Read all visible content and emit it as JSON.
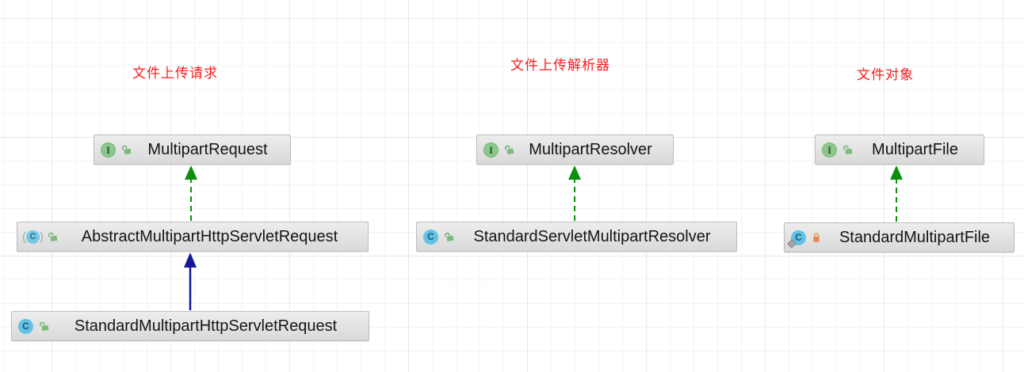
{
  "diagram": {
    "annotations": [
      {
        "text": "文件上传请求",
        "color": "#fb1b1b"
      },
      {
        "text": "文件上传解析器",
        "color": "#fb1b1b"
      },
      {
        "text": "文件对象",
        "color": "#fb1b1b"
      }
    ],
    "icons": {
      "interface_glyph": "I",
      "class_glyph": "C",
      "abstract_paren_open": "(",
      "abstract_paren_close": ")"
    },
    "nodes": [
      {
        "label": "MultipartRequest",
        "kind": "interface",
        "visibility": "public"
      },
      {
        "label": "AbstractMultipartHttpServletRequest",
        "kind": "abstract-class",
        "visibility": "public"
      },
      {
        "label": "StandardMultipartHttpServletRequest",
        "kind": "class",
        "visibility": "public"
      },
      {
        "label": "MultipartResolver",
        "kind": "interface",
        "visibility": "public"
      },
      {
        "label": "StandardServletMultipartResolver",
        "kind": "class",
        "visibility": "public"
      },
      {
        "label": "MultipartFile",
        "kind": "interface",
        "visibility": "public"
      },
      {
        "label": "StandardMultipartFile",
        "kind": "class",
        "visibility": "locked",
        "static": true
      }
    ],
    "edges": [
      {
        "from": "AbstractMultipartHttpServletRequest",
        "to": "MultipartRequest",
        "type": "implements",
        "style": "dashed",
        "color": "#0d8f0d"
      },
      {
        "from": "StandardMultipartHttpServletRequest",
        "to": "AbstractMultipartHttpServletRequest",
        "type": "extends",
        "style": "solid",
        "color": "#16169b"
      },
      {
        "from": "StandardServletMultipartResolver",
        "to": "MultipartResolver",
        "type": "implements",
        "style": "dashed",
        "color": "#0d8f0d"
      },
      {
        "from": "StandardMultipartFile",
        "to": "MultipartFile",
        "type": "implements",
        "style": "dashed",
        "color": "#0d8f0d"
      }
    ]
  }
}
